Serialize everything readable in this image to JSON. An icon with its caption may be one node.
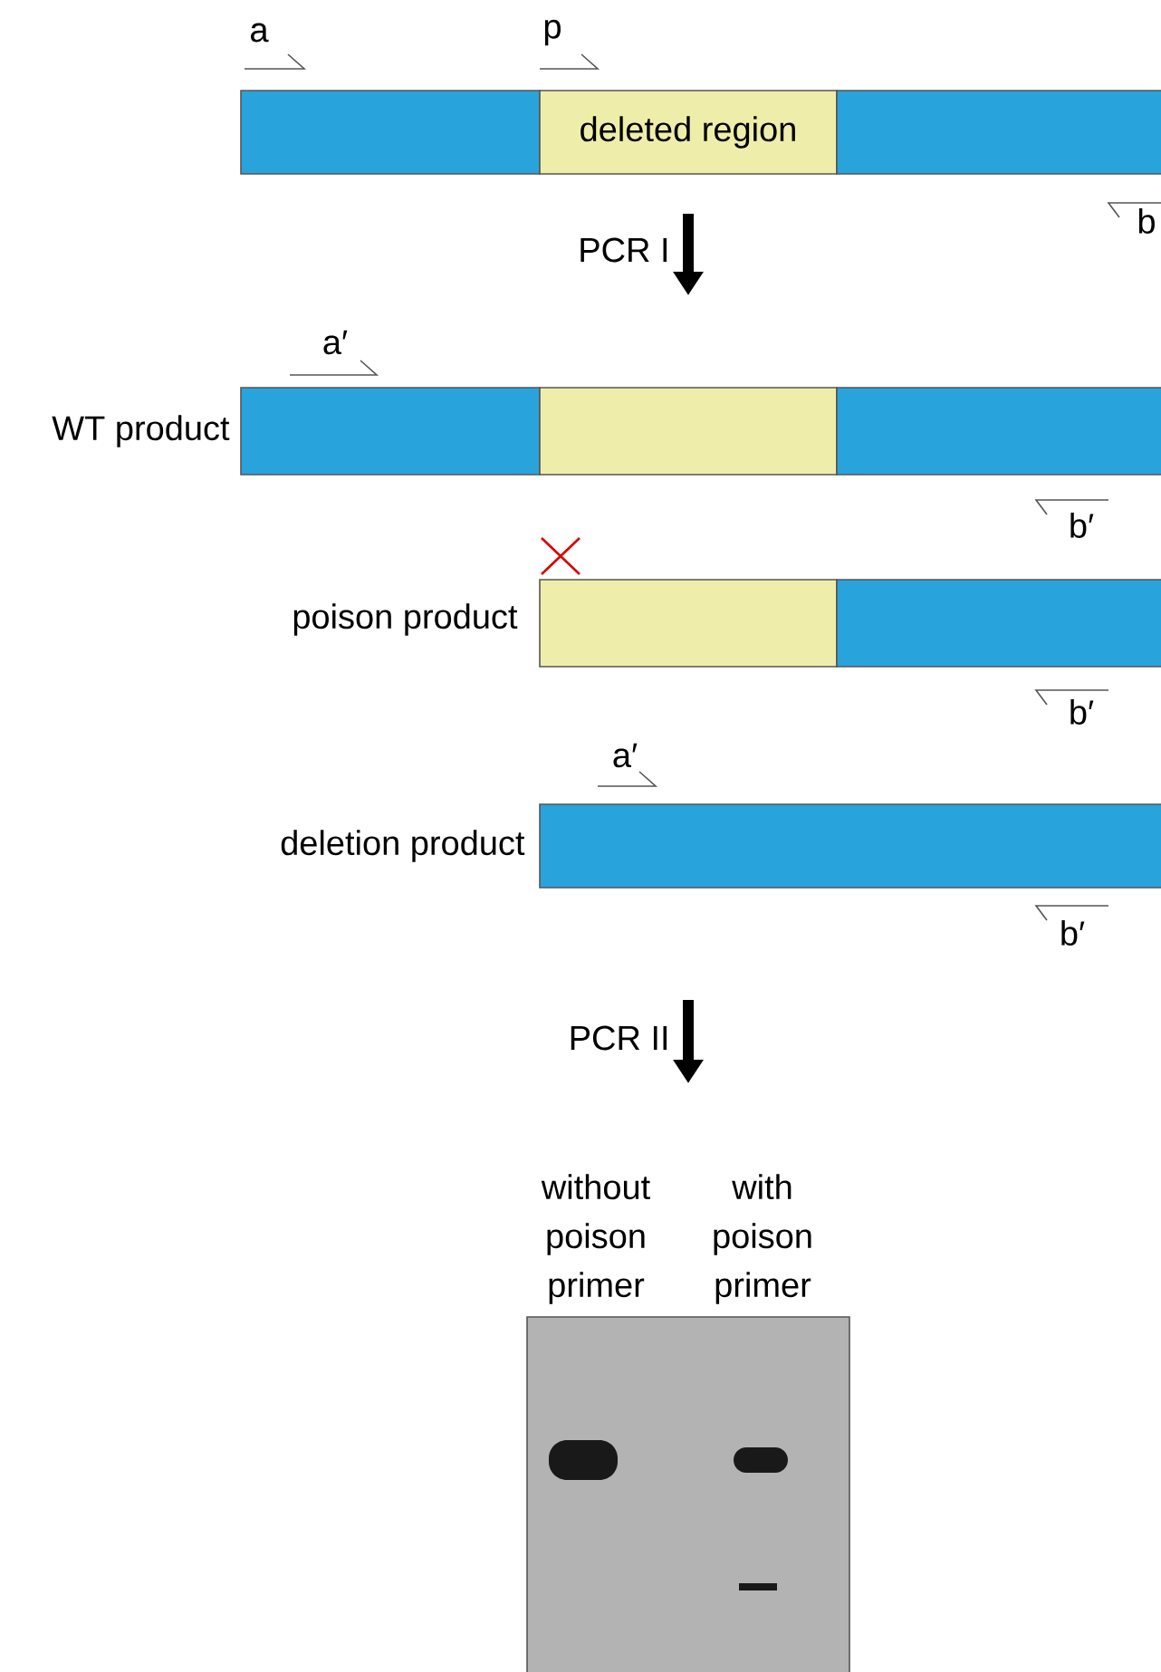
{
  "diagram": {
    "nodes": [
      {
        "text": [],
        "shape": "box"
      },
      {
        "text": [
          "deleted region"
        ]
      },
      {
        "text": [],
        "shape": "box"
      },
      {
        "text": [],
        "shape": "box"
      },
      {
        "text": [],
        "shape": "box"
      },
      {
        "text": [],
        "shape": "box"
      },
      {
        "text": [],
        "shape": "box"
      },
      {
        "text": [],
        "shape": "box"
      },
      {
        "text": [],
        "shape": "box"
      }
    ],
    "labels": [
      "a",
      "p",
      "b",
      "PCR I",
      "a′",
      "WT product",
      "b′",
      "poison product",
      "b′",
      "a′",
      "deletion product",
      "b′",
      "PCR II",
      "without poison primer",
      "with poison primer"
    ]
  }
}
